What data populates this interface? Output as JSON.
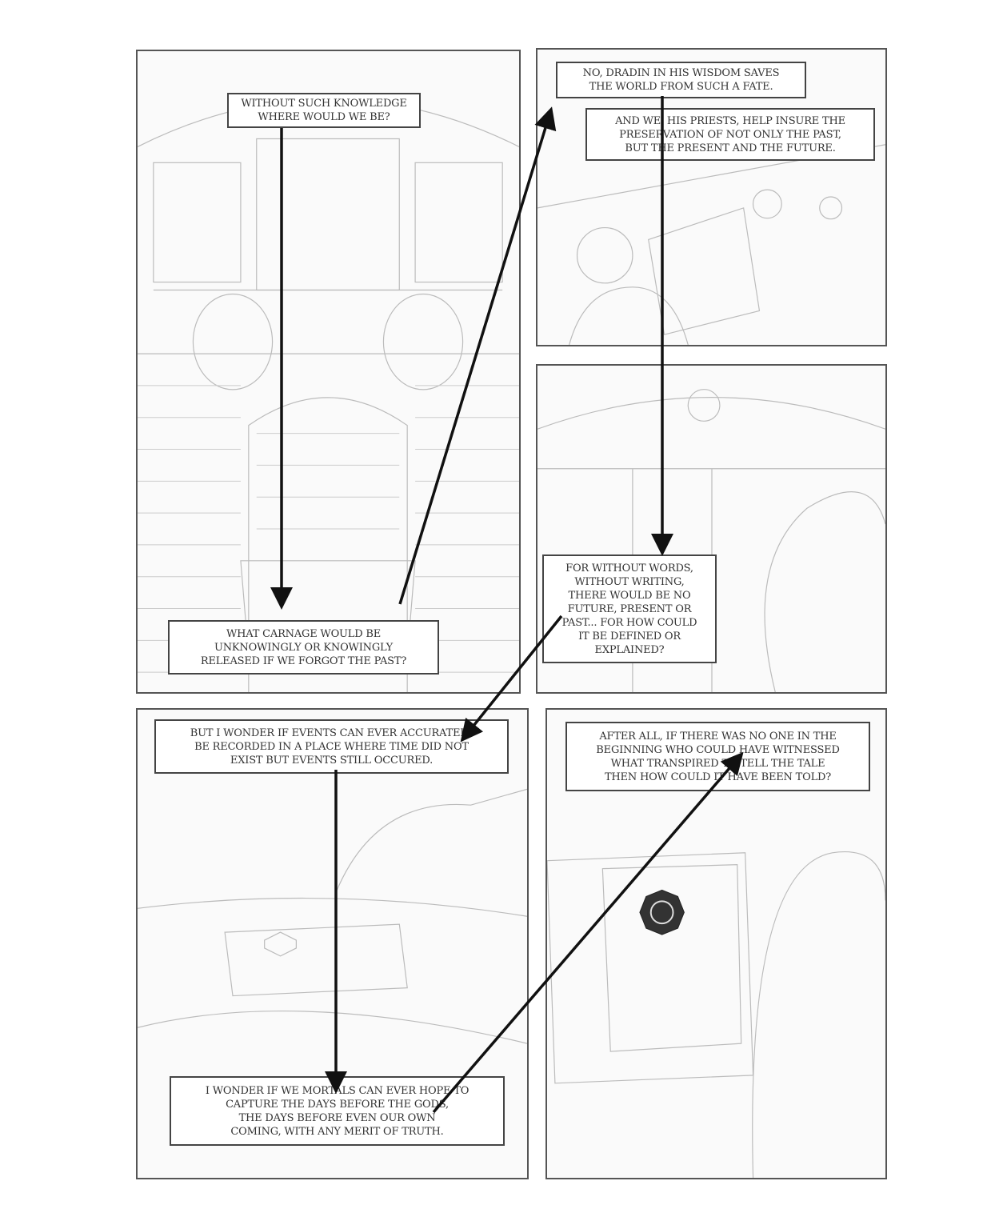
{
  "captions": {
    "c1": "WITHOUT SUCH KNOWLEDGE\nWHERE WOULD WE BE?",
    "c2": "WHAT CARNAGE WOULD BE\nUNKNOWINGLY OR KNOWINGLY\nRELEASED IF WE FORGOT THE PAST?",
    "c3": "NO, DRADIN IN HIS WISDOM SAVES\nTHE WORLD FROM SUCH A FATE.",
    "c4": "AND WE, HIS PRIESTS, HELP INSURE THE\nPRESERVATION  OF NOT ONLY THE PAST,\nBUT THE PRESENT AND THE FUTURE.",
    "c5": "FOR WITHOUT WORDS,\nWITHOUT WRITING,\nTHERE WOULD BE NO\nFUTURE, PRESENT OR\nPAST... FOR HOW COULD\nIT BE DEFINED OR\nEXPLAINED?",
    "c6": "BUT I WONDER IF EVENTS CAN EVER ACCURATELY\nBE RECORDED IN A PLACE WHERE TIME DID NOT\nEXIST BUT EVENTS STILL OCCURED.",
    "c7": "AFTER ALL, IF THERE WAS NO ONE IN THE\nBEGINNING WHO COULD HAVE WITNESSED\nWHAT TRANSPIRED TO TELL THE TALE\nTHEN HOW COULD IT HAVE BEEN TOLD?",
    "c8": "I WONDER IF WE MORTALS CAN EVER HOPE TO\nCAPTURE THE DAYS BEFORE THE GODS,\nTHE DAYS BEFORE EVEN OUR OWN\nCOMING, WITH ANY MERIT OF TRUTH."
  },
  "colors": {
    "line": "#555555",
    "arrow": "#111111",
    "sketch": "#bbbbbb"
  }
}
